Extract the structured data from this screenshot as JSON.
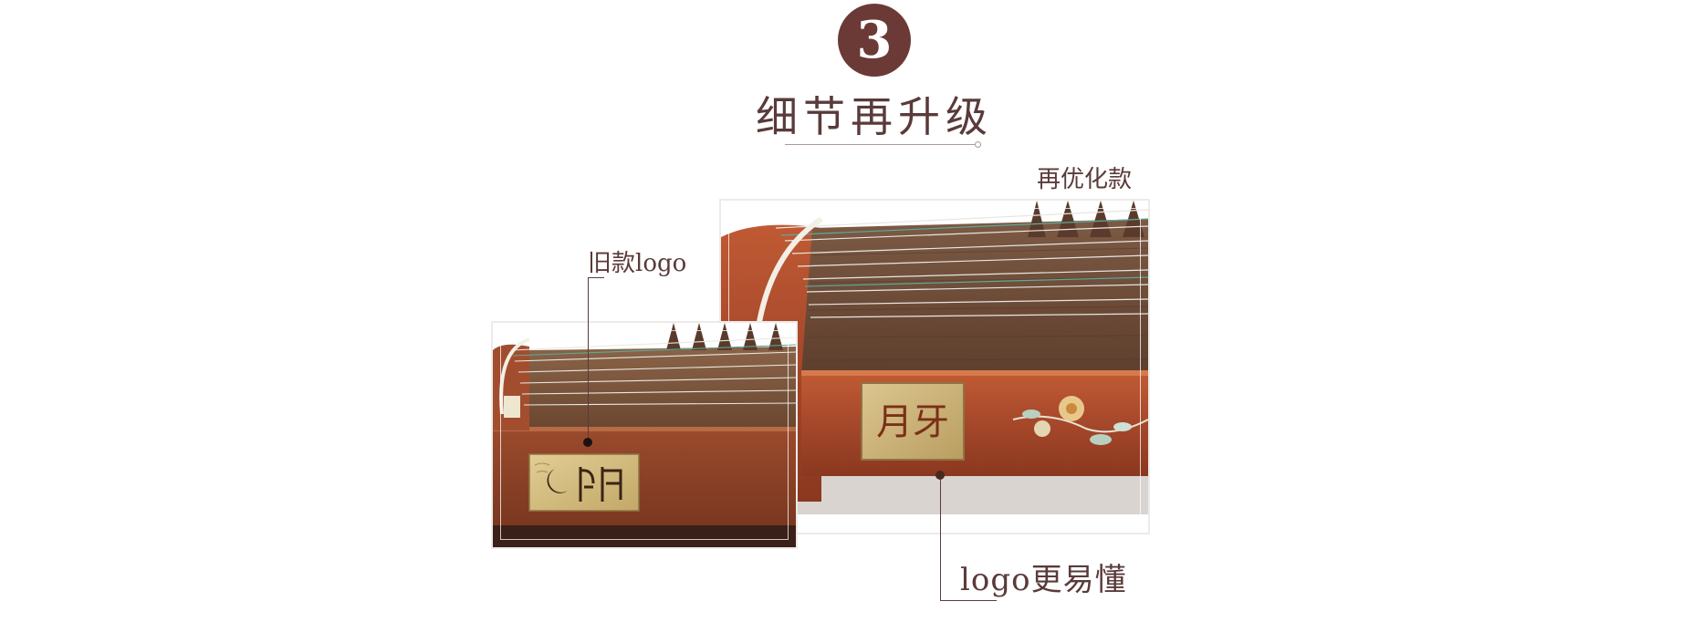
{
  "header": {
    "step_number": "3",
    "title": "细节再升级"
  },
  "labels": {
    "old_logo": "旧款logo",
    "new_version": "再优化款",
    "logo_easier": "logo更易懂"
  },
  "photos": {
    "new_logo_text": "月牙"
  },
  "colors": {
    "badge": "#6b3a36",
    "text": "#5a3a3a",
    "rosewood": "#a5472a",
    "brass": "#c9b27a"
  }
}
